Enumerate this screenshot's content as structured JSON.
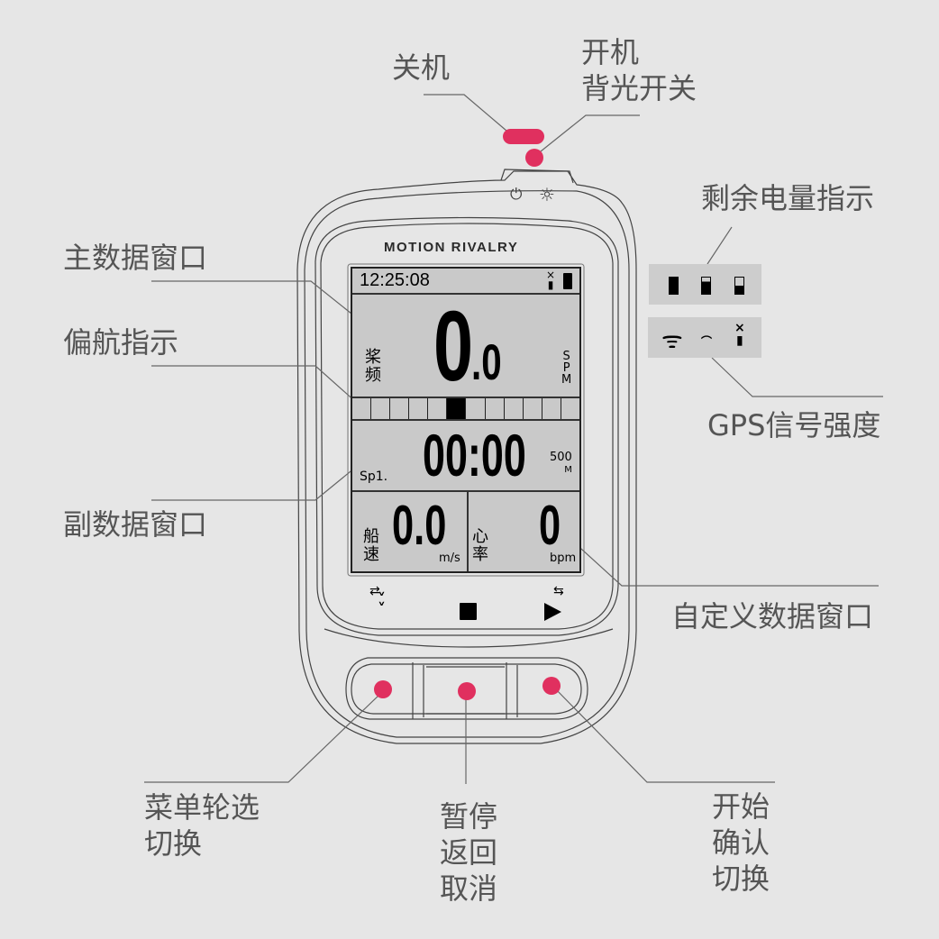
{
  "colors": {
    "accent": "#e0305f",
    "background": "#e6e6e6",
    "label": "#555555",
    "screen": "#c9c9c9"
  },
  "callouts": {
    "power_off": "关机",
    "power_on": [
      "开机",
      "背光开关"
    ],
    "battery": "剩余电量指示",
    "gps": "GPS信号强度",
    "main_window": "主数据窗口",
    "heading": "偏航指示",
    "sub_window": "副数据窗口",
    "custom_window": "自定义数据窗口",
    "menu_button": [
      "菜单轮选",
      "切换"
    ],
    "pause_button": [
      "暂停",
      "返回",
      "取消"
    ],
    "start_button": [
      "开始",
      "确认",
      "切换"
    ]
  },
  "device": {
    "brand": "MOTION RIVALRY",
    "top_icons": [
      "power-icon",
      "sun-icon"
    ],
    "screen": {
      "time": "12:25:08",
      "main": {
        "label": [
          "桨",
          "频"
        ],
        "value_int": "0",
        "value_dec": ".0",
        "unit": [
          "S",
          "P",
          "M"
        ]
      },
      "heading_cells": 12,
      "heading_active_cell": 5,
      "sub": {
        "label": "Sp1.",
        "value": "00:00",
        "unit_top": "500",
        "unit_bottom": "M"
      },
      "left": {
        "label": [
          "船",
          "速"
        ],
        "value": "0.0",
        "unit": "m/s"
      },
      "right": {
        "label": [
          "心",
          "率"
        ],
        "value": "0",
        "unit": "bpm"
      }
    },
    "button_icons": [
      "chevrons-down-icon",
      "stop-icon",
      "play-icon"
    ]
  }
}
